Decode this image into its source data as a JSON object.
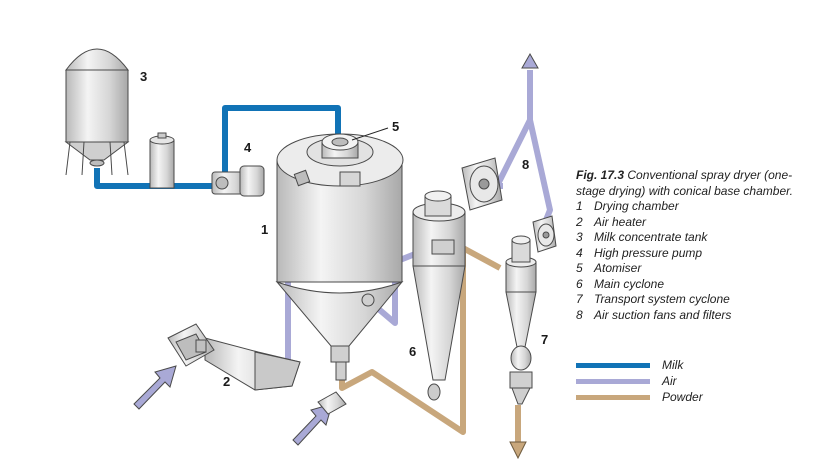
{
  "figure": {
    "number": "Fig. 17.3",
    "title": "Conventional spray dryer (one-stage drying) with conical base chamber."
  },
  "components": [
    {
      "num": "1",
      "label": "Drying chamber"
    },
    {
      "num": "2",
      "label": "Air heater"
    },
    {
      "num": "3",
      "label": "Milk concentrate tank"
    },
    {
      "num": "4",
      "label": "High pressure pump"
    },
    {
      "num": "5",
      "label": "Atomiser"
    },
    {
      "num": "6",
      "label": "Main cyclone"
    },
    {
      "num": "7",
      "label": "Transport system cyclone"
    },
    {
      "num": "8",
      "label": "Air suction fans and filters"
    }
  ],
  "legend": [
    {
      "label": "Milk",
      "color": "#1173b6"
    },
    {
      "label": "Air",
      "color": "#a9a9d6"
    },
    {
      "label": "Powder",
      "color": "#c8a77c"
    }
  ],
  "colors": {
    "milk_pipe": "#1173b6",
    "air_pipe": "#a9a9d6",
    "powder_pipe": "#c8a77c",
    "equipment": "#dcdcdc",
    "outline": "#4a4a4a"
  }
}
